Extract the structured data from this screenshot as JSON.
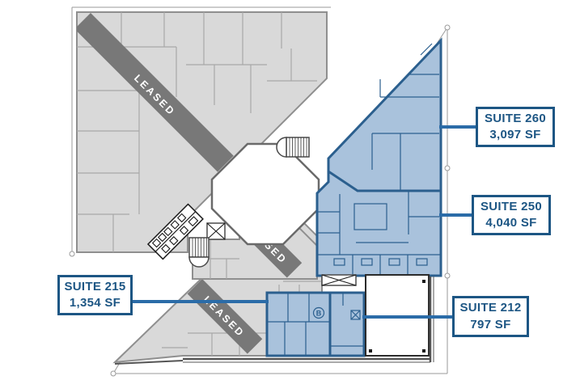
{
  "plan": {
    "leased_label": "LEASED",
    "room_b_label": "B",
    "suites": [
      {
        "id": "260",
        "name": "SUITE 260",
        "area": "3,097 SF"
      },
      {
        "id": "250",
        "name": "SUITE 250",
        "area": "4,040 SF"
      },
      {
        "id": "215",
        "name": "SUITE 215",
        "area": "1,354 SF"
      },
      {
        "id": "212",
        "name": "SUITE 212",
        "area": "797 SF"
      }
    ],
    "colors": {
      "suite_fill": "#a9c2dc",
      "suite_wall": "#2b5f8e",
      "leased_fill": "#d9d9d9",
      "leased_band": "#787878",
      "label_blue": "#1d5684",
      "leader_blue": "#2b6ca8"
    }
  }
}
